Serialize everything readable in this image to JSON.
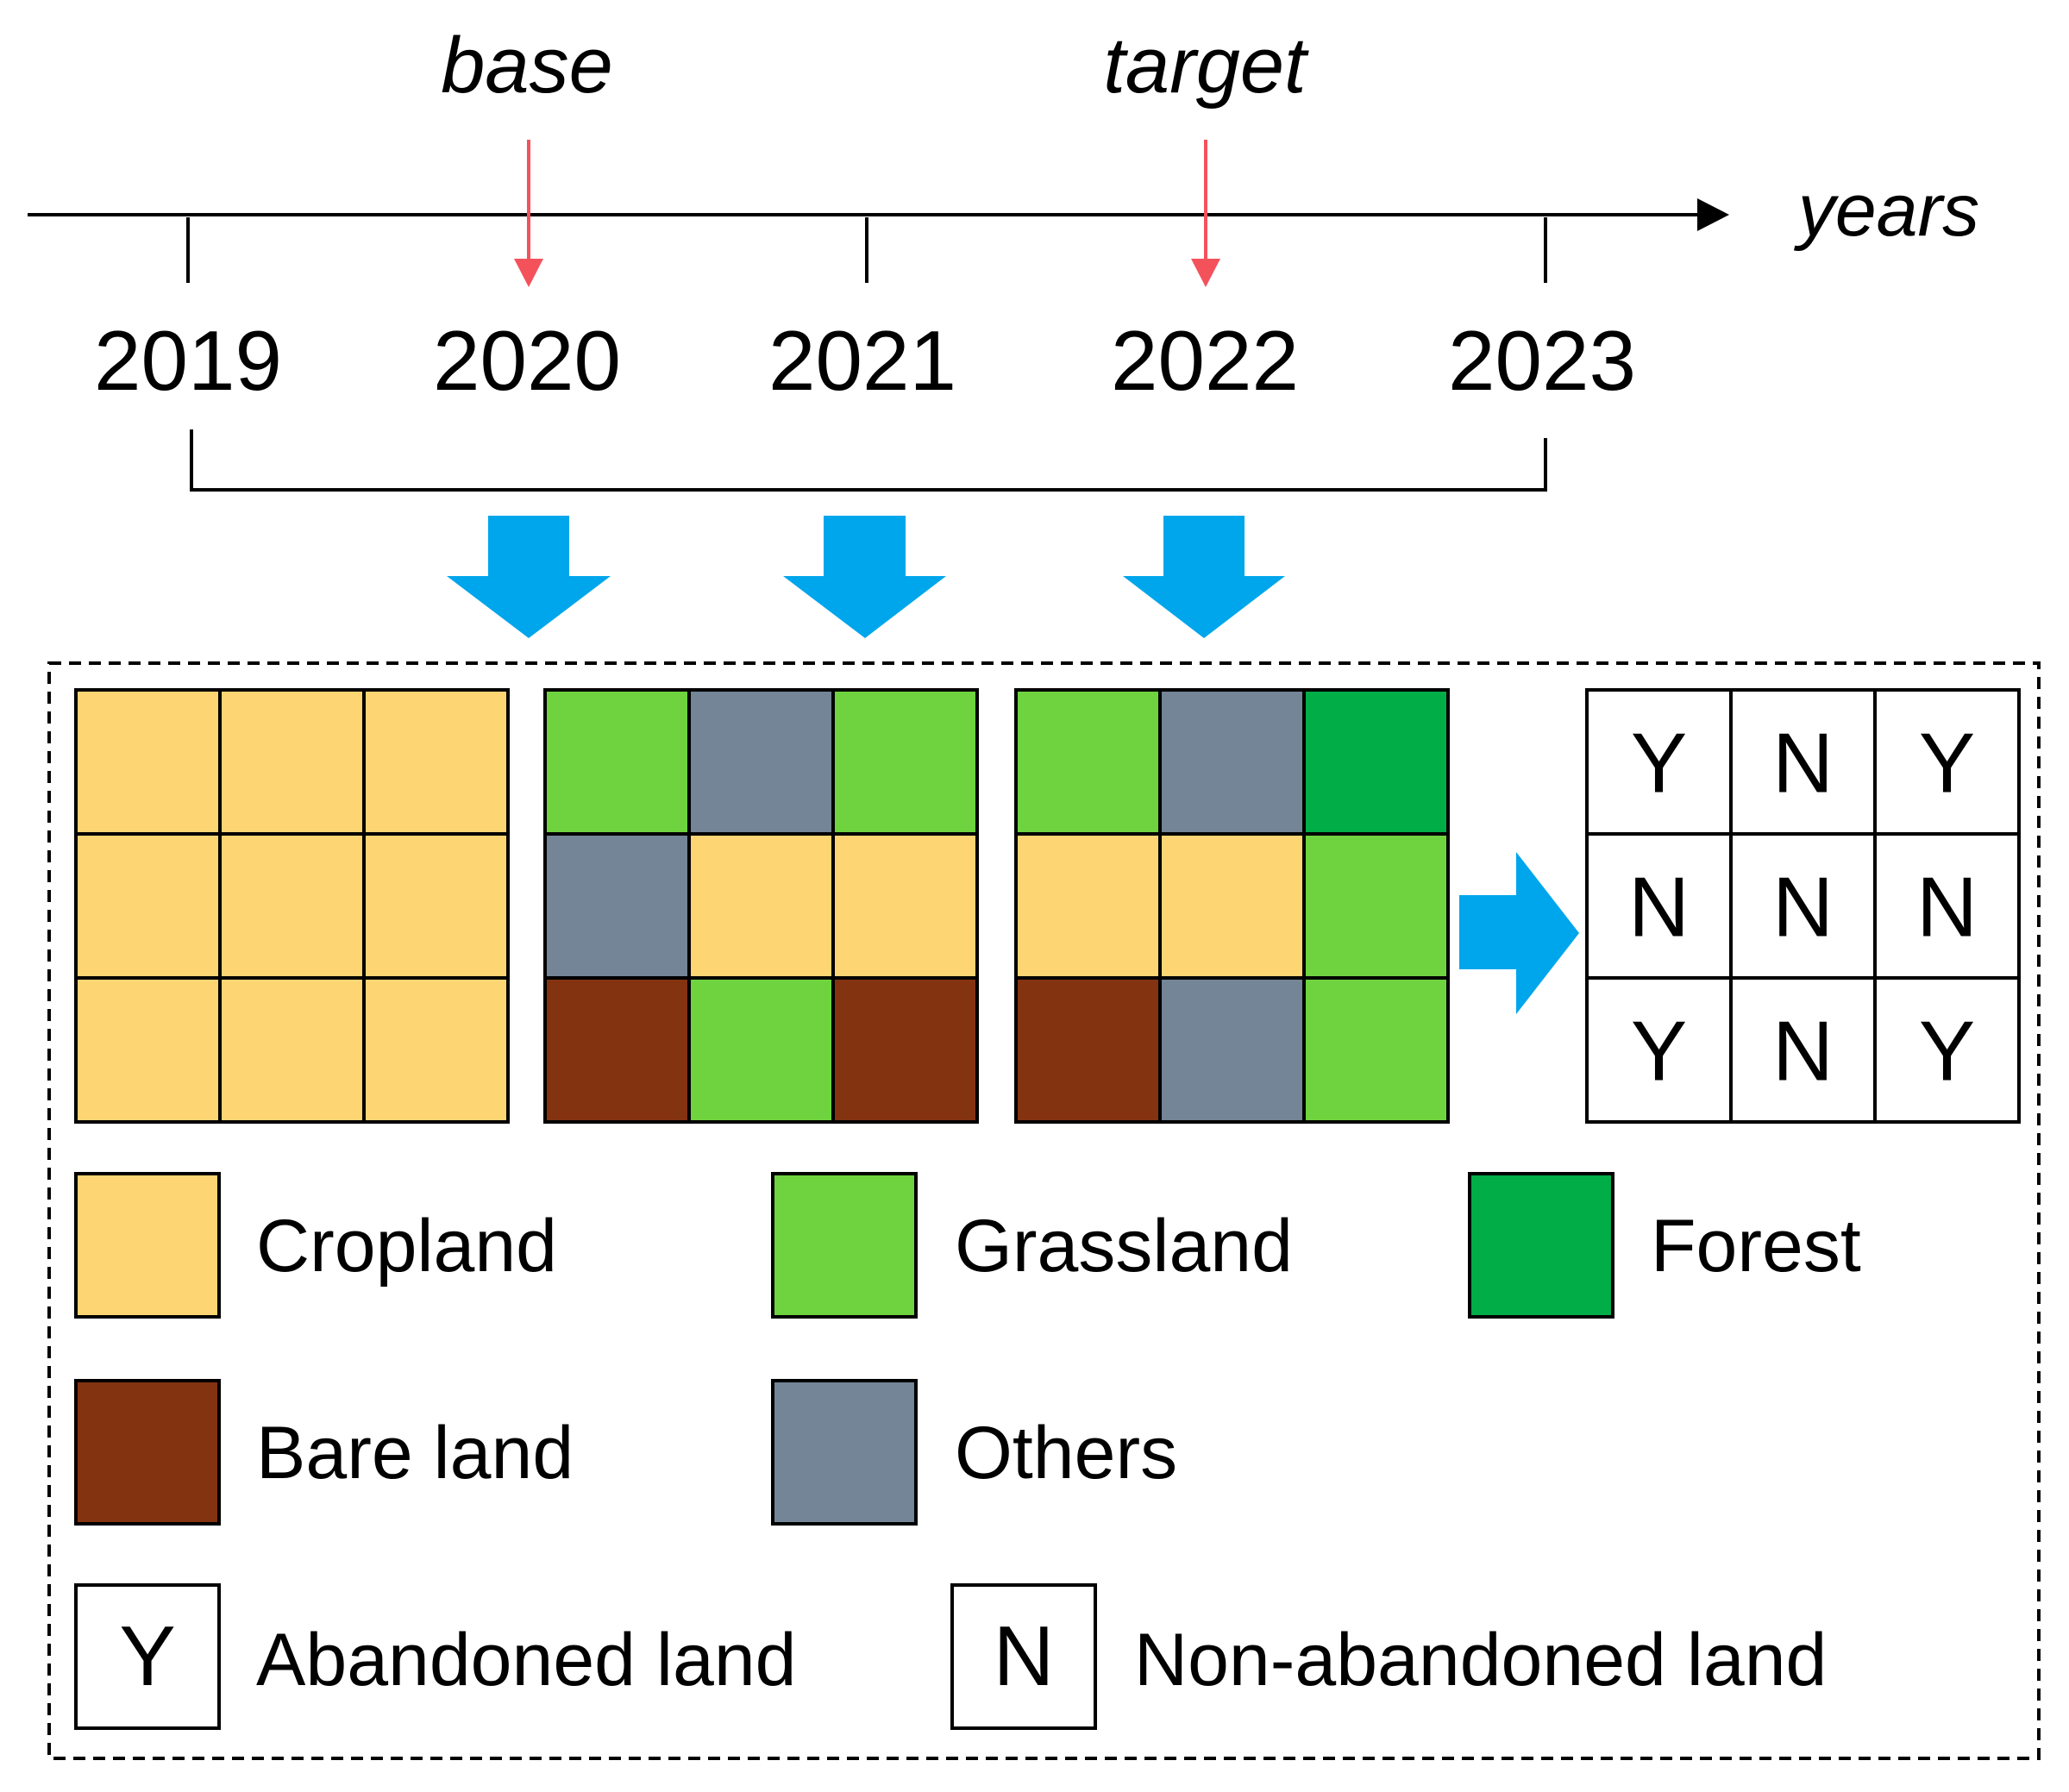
{
  "timeline": {
    "axis_label": "years",
    "base_label": "base",
    "target_label": "target",
    "years": [
      "2019",
      "2020",
      "2021",
      "2022",
      "2023"
    ]
  },
  "colors": {
    "cropland": "#FDD573",
    "grassland": "#6ED33F",
    "forest": "#00AD47",
    "bare_land": "#843311",
    "others": "#738596",
    "marker_arrow": "#F4525B",
    "flow_arrow": "#00A6EC"
  },
  "grids": [
    {
      "name": "grid-base-year",
      "cells": [
        [
          "cropland",
          "cropland",
          "cropland"
        ],
        [
          "cropland",
          "cropland",
          "cropland"
        ],
        [
          "cropland",
          "cropland",
          "cropland"
        ]
      ]
    },
    {
      "name": "grid-middle-year",
      "cells": [
        [
          "grassland",
          "others",
          "grassland"
        ],
        [
          "others",
          "cropland",
          "cropland"
        ],
        [
          "bare_land",
          "grassland",
          "bare_land"
        ]
      ]
    },
    {
      "name": "grid-target-year",
      "cells": [
        [
          "grassland",
          "others",
          "forest"
        ],
        [
          "cropland",
          "cropland",
          "grassland"
        ],
        [
          "bare_land",
          "others",
          "grassland"
        ]
      ]
    }
  ],
  "result_grid": [
    [
      "Y",
      "N",
      "Y"
    ],
    [
      "N",
      "N",
      "N"
    ],
    [
      "Y",
      "N",
      "Y"
    ]
  ],
  "legend": {
    "cropland": "Cropland",
    "grassland": "Grassland",
    "forest": "Forest",
    "bare_land": "Bare land",
    "others": "Others",
    "abandoned_symbol": "Y",
    "abandoned_label": "Abandoned land",
    "non_abandoned_symbol": "N",
    "non_abandoned_label": "Non-abandoned land"
  }
}
